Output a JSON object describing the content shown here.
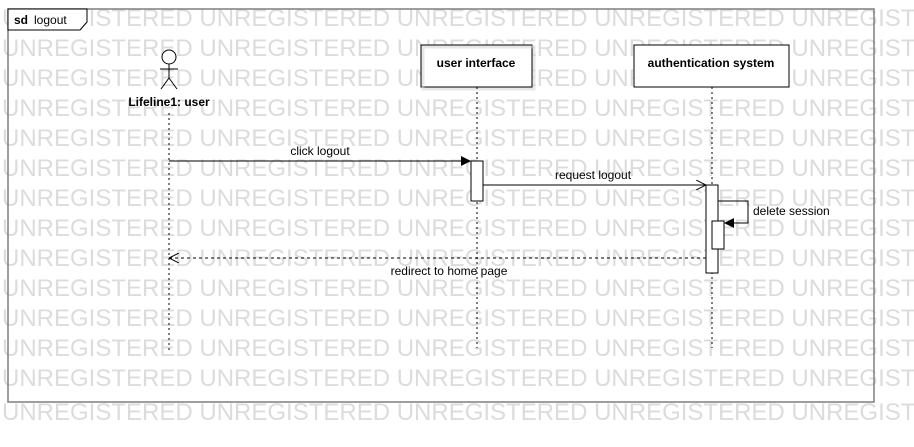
{
  "watermark": {
    "text": "UNREGISTERED UNREGISTERED UNREGISTERED UNREGISTERED UNREGISTERED",
    "color": "#dcdcdc"
  },
  "frame": {
    "keyword": "sd",
    "name": "logout"
  },
  "lifelines": {
    "user": {
      "label": "Lifeline1: user",
      "kind": "actor"
    },
    "ui": {
      "label": "user interface",
      "kind": "box"
    },
    "auth": {
      "label": "authentication system",
      "kind": "box"
    }
  },
  "messages": {
    "click_logout": {
      "label": "click logout",
      "from": "user",
      "to": "ui",
      "style": "synchronous"
    },
    "request_logout": {
      "label": "request logout",
      "from": "ui",
      "to": "auth",
      "style": "asynchronous"
    },
    "delete_session": {
      "label": "delete session",
      "from": "auth",
      "to": "auth",
      "style": "self"
    },
    "redirect": {
      "label": "redirect to home page",
      "from": "auth",
      "to": "user",
      "style": "reply"
    }
  }
}
